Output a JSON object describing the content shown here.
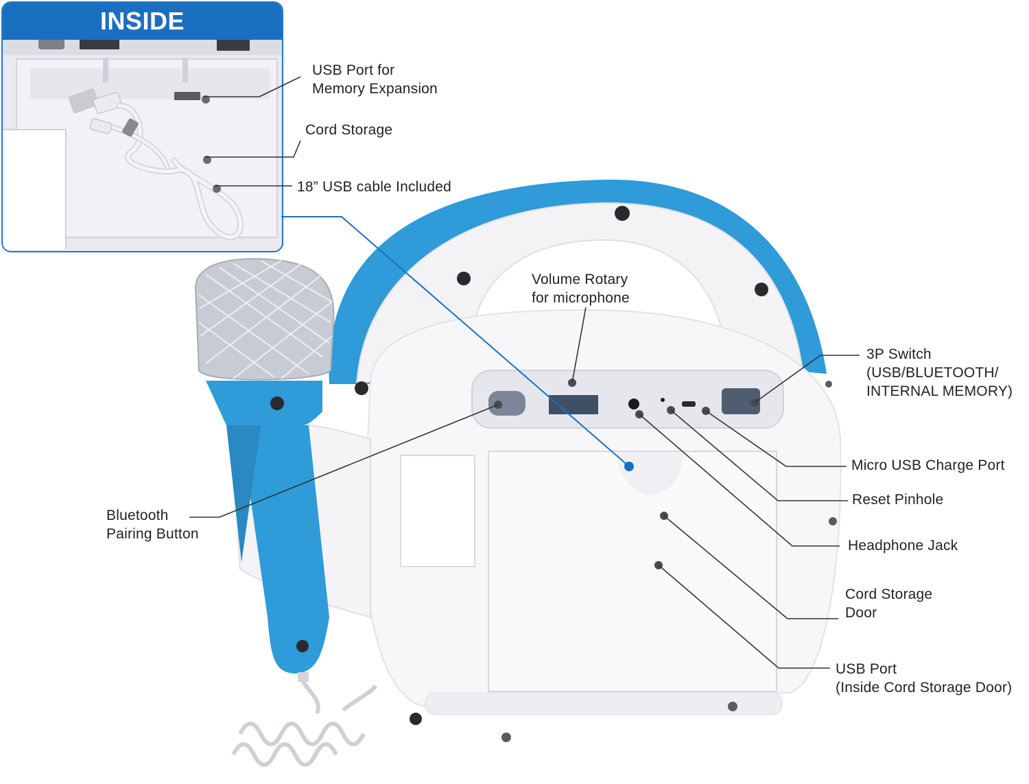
{
  "inset": {
    "title": "INSIDE"
  },
  "callouts": {
    "usb_port_memory": [
      "USB Port for",
      "Memory Expansion"
    ],
    "cord_storage": "Cord Storage",
    "usb_cable": "18” USB cable Included",
    "volume_rotary": [
      "Volume Rotary",
      "for microphone"
    ],
    "switch_3p": [
      "3P Switch",
      "(USB/BLUETOOTH/",
      "INTERNAL MEMORY)"
    ],
    "micro_usb": "Micro USB Charge Port",
    "reset_pinhole": "Reset Pinhole",
    "headphone_jack": "Headphone Jack",
    "cord_storage_door": [
      "Cord Storage",
      "Door"
    ],
    "usb_port": [
      "USB Port",
      "(Inside Cord Storage Door)"
    ],
    "bluetooth_pairing": [
      "Bluetooth",
      "Pairing Button"
    ]
  },
  "colors": {
    "brand_blue": "#1a6fc0",
    "accent_blue": "#2f9bd8",
    "body_white": "#f7f7f9",
    "panel_grey": "#e4e5ea",
    "leader_line": "#333333"
  },
  "icons": {
    "microphone": "microphone-illustration",
    "speaker": "karaoke-speaker-illustration",
    "cable": "usb-cable-illustration"
  }
}
